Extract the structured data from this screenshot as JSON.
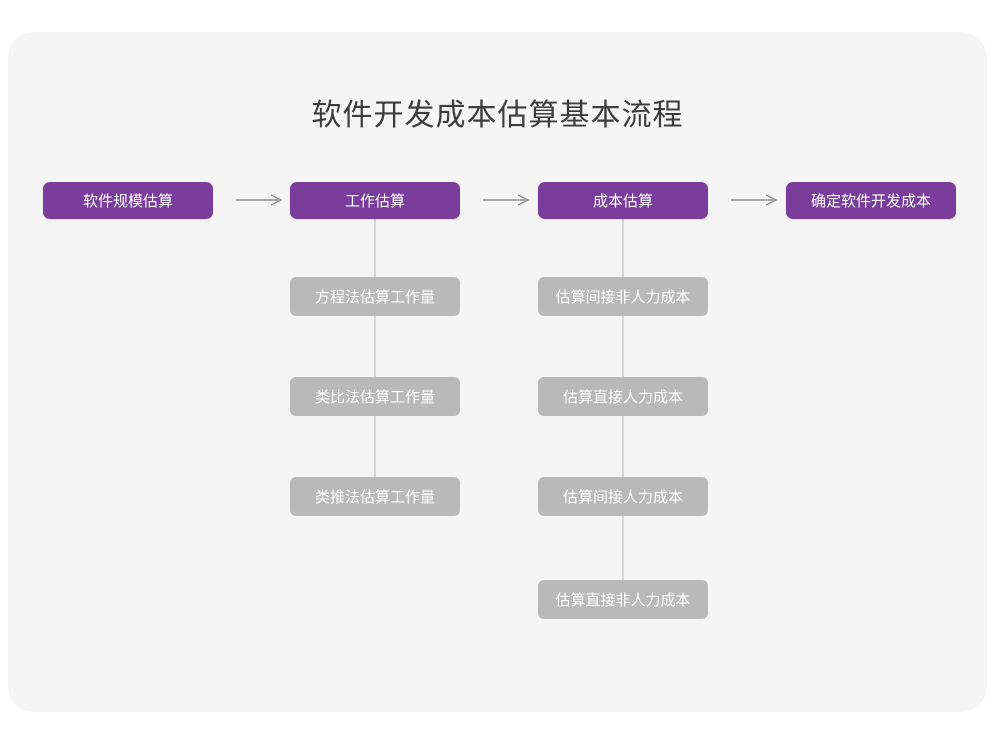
{
  "page": {
    "title": "软件开发成本估算基本流程",
    "card_background": "#f5f5f5",
    "outer_background": "#ffffff"
  },
  "colors": {
    "primary_node": "#7a3d9c",
    "secondary_node": "#b9b9b9",
    "node_text": "#ffffff",
    "title_text": "#3d3d3d",
    "connector": "#d6d6d6",
    "arrow": "#8c8c8c"
  },
  "chart_data": {
    "type": "diagram",
    "title": "软件开发成本估算基本流程",
    "orientation": "horizontal-flow-with-vertical-branches",
    "main_flow": [
      {
        "id": "step1",
        "label": "软件规模估算",
        "style": "primary"
      },
      {
        "id": "step2",
        "label": "工作估算",
        "style": "primary"
      },
      {
        "id": "step3",
        "label": "成本估算",
        "style": "primary"
      },
      {
        "id": "step4",
        "label": "确定软件开发成本",
        "style": "primary"
      }
    ],
    "arrows": [
      {
        "from": "step1",
        "to": "step2",
        "glyph": "→"
      },
      {
        "from": "step2",
        "to": "step3",
        "glyph": "→"
      },
      {
        "from": "step3",
        "to": "step4",
        "glyph": "→"
      }
    ],
    "branches": [
      {
        "parent": "step2",
        "items": [
          {
            "label": "方程法估算工作量",
            "style": "secondary"
          },
          {
            "label": "类比法估算工作量",
            "style": "secondary"
          },
          {
            "label": "类推法估算工作量",
            "style": "secondary"
          }
        ]
      },
      {
        "parent": "step3",
        "items": [
          {
            "label": "估算间接非人力成本",
            "style": "secondary"
          },
          {
            "label": "估算直接人力成本",
            "style": "secondary"
          },
          {
            "label": "估算间接人力成本",
            "style": "secondary"
          },
          {
            "label": "估算直接非人力成本",
            "style": "secondary"
          }
        ]
      }
    ]
  },
  "nodes": {
    "step1": "软件规模估算",
    "step2": "工作估算",
    "step3": "成本估算",
    "step4": "确定软件开发成本",
    "branch_a_1": "方程法估算工作量",
    "branch_a_2": "类比法估算工作量",
    "branch_a_3": "类推法估算工作量",
    "branch_b_1": "估算间接非人力成本",
    "branch_b_2": "估算直接人力成本",
    "branch_b_3": "估算间接人力成本",
    "branch_b_4": "估算直接非人力成本"
  }
}
